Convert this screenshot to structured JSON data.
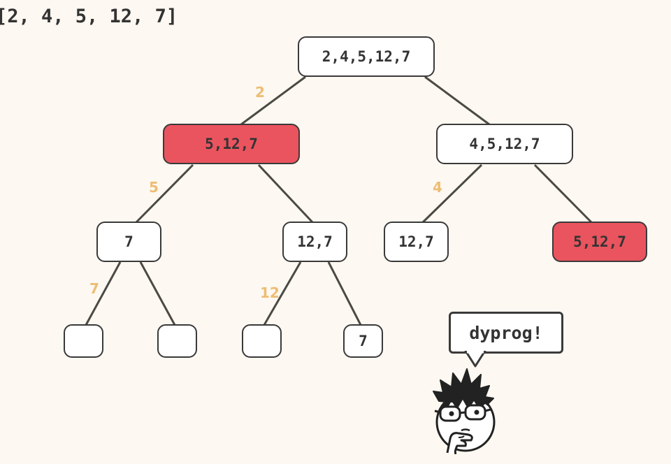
{
  "input_array": "[2, 4, 5, 12, 7]",
  "nodes": [
    {
      "label": "2,4,5,12,7",
      "highlight": false
    },
    {
      "label": "5,12,7",
      "highlight": true
    },
    {
      "label": "4,5,12,7",
      "highlight": false
    },
    {
      "label": "7",
      "highlight": false
    },
    {
      "label": "12,7",
      "highlight": false
    },
    {
      "label": "12,7",
      "highlight": false
    },
    {
      "label": "5,12,7",
      "highlight": true
    },
    {
      "label": "",
      "highlight": false
    },
    {
      "label": "",
      "highlight": false
    },
    {
      "label": "",
      "highlight": false
    },
    {
      "label": "7",
      "highlight": false
    }
  ],
  "edges": [
    {
      "from": 0,
      "to": 1,
      "label": "2"
    },
    {
      "from": 0,
      "to": 2,
      "label": ""
    },
    {
      "from": 1,
      "to": 3,
      "label": "5"
    },
    {
      "from": 1,
      "to": 4,
      "label": ""
    },
    {
      "from": 2,
      "to": 5,
      "label": "4"
    },
    {
      "from": 2,
      "to": 6,
      "label": ""
    },
    {
      "from": 3,
      "to": 7,
      "label": "7"
    },
    {
      "from": 3,
      "to": 8,
      "label": ""
    },
    {
      "from": 4,
      "to": 9,
      "label": "12"
    },
    {
      "from": 4,
      "to": 10,
      "label": ""
    }
  ],
  "colors": {
    "highlight": "#ea545f",
    "edge_label": "#edbd74",
    "background": "#fdf8f1"
  },
  "speech_bubble": "dyprog!"
}
